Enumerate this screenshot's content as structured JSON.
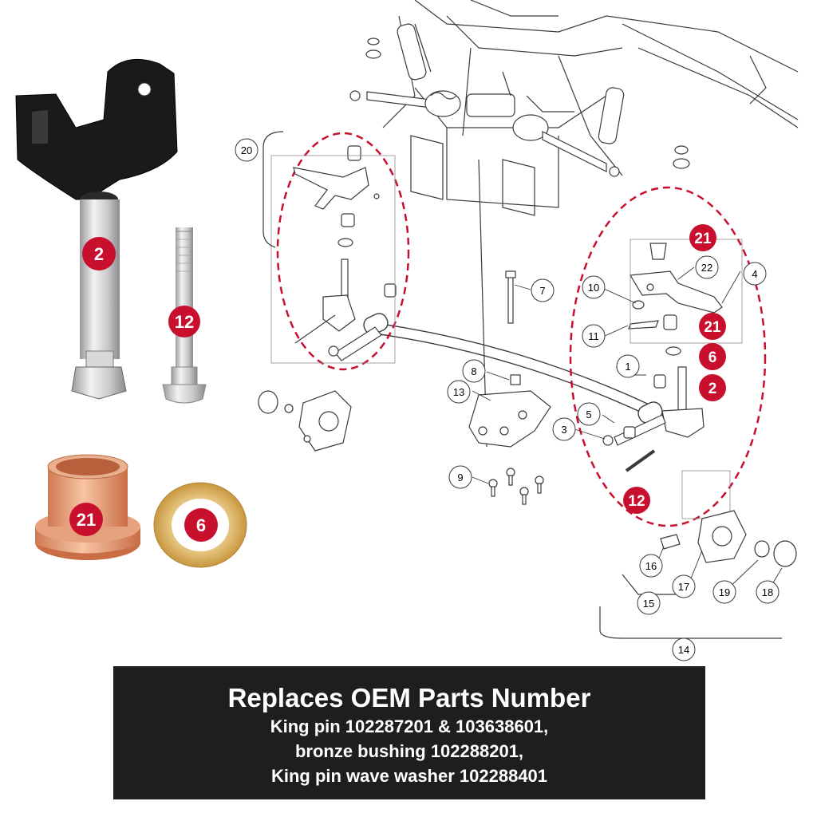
{
  "colors": {
    "badge_red": "#c8102e",
    "dashed_red": "#c8102e",
    "banner_bg": "#1e1e1e",
    "bronze": "#e8a07a",
    "washer": "#d9a84e",
    "line_art": "#3a3a3a"
  },
  "diagram": {
    "callouts": [
      {
        "id": "c20",
        "label": "20"
      },
      {
        "id": "c7",
        "label": "7"
      },
      {
        "id": "c10",
        "label": "10"
      },
      {
        "id": "c22",
        "label": "22"
      },
      {
        "id": "c4",
        "label": "4"
      },
      {
        "id": "c11",
        "label": "11"
      },
      {
        "id": "c1",
        "label": "1"
      },
      {
        "id": "c8",
        "label": "8"
      },
      {
        "id": "c13",
        "label": "13"
      },
      {
        "id": "c5",
        "label": "5"
      },
      {
        "id": "c3",
        "label": "3"
      },
      {
        "id": "c9",
        "label": "9"
      },
      {
        "id": "c16",
        "label": "16"
      },
      {
        "id": "c17",
        "label": "17"
      },
      {
        "id": "c19",
        "label": "19"
      },
      {
        "id": "c18",
        "label": "18"
      },
      {
        "id": "c15",
        "label": "15"
      },
      {
        "id": "c14",
        "label": "14"
      }
    ],
    "badges": [
      {
        "id": "b21a",
        "label": "21"
      },
      {
        "id": "b21b",
        "label": "21"
      },
      {
        "id": "b6",
        "label": "6"
      },
      {
        "id": "b2",
        "label": "2"
      },
      {
        "id": "b12",
        "label": "12"
      }
    ]
  },
  "parts": {
    "king_pin_badge": "2",
    "bolt_badge": "12",
    "bushing_badge": "21",
    "washer_badge": "6"
  },
  "banner": {
    "title": "Replaces OEM Parts Number",
    "line1": "King pin 102287201 & 103638601,",
    "line2": "bronze bushing 102288201,",
    "line3": "King pin wave washer 102288401"
  }
}
